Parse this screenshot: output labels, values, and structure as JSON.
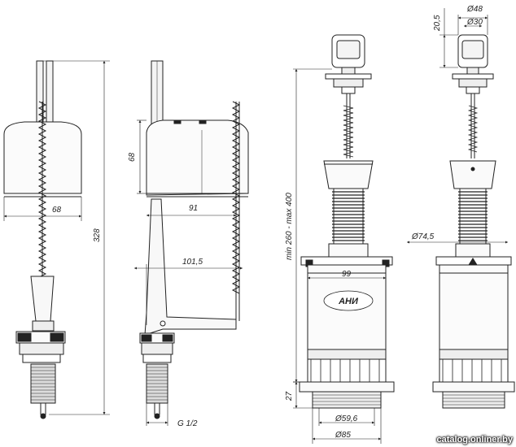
{
  "dimensions": {
    "fill_valve_side": {
      "float_width": "68",
      "total_height": "328"
    },
    "fill_valve_front": {
      "float_height": "68",
      "arm_length_a": "91",
      "arm_length_b": "101,5",
      "thread": "G 1/2"
    },
    "flush_valve_side": {
      "height_range": "min 260 - max 400",
      "body_width": "99",
      "base_height": "27",
      "base_diameter_inner": "Ø59,6",
      "base_diameter_outer": "Ø85"
    },
    "flush_valve_front": {
      "button_height": "20,5",
      "button_diameter_outer": "Ø48",
      "button_diameter_inner": "Ø30",
      "tube_diameter": "Ø74,5"
    }
  },
  "brand_logo": "АНИ",
  "watermark": "catalog.onliner.by",
  "colors": {
    "line": "#222222",
    "bg": "#ffffff"
  }
}
